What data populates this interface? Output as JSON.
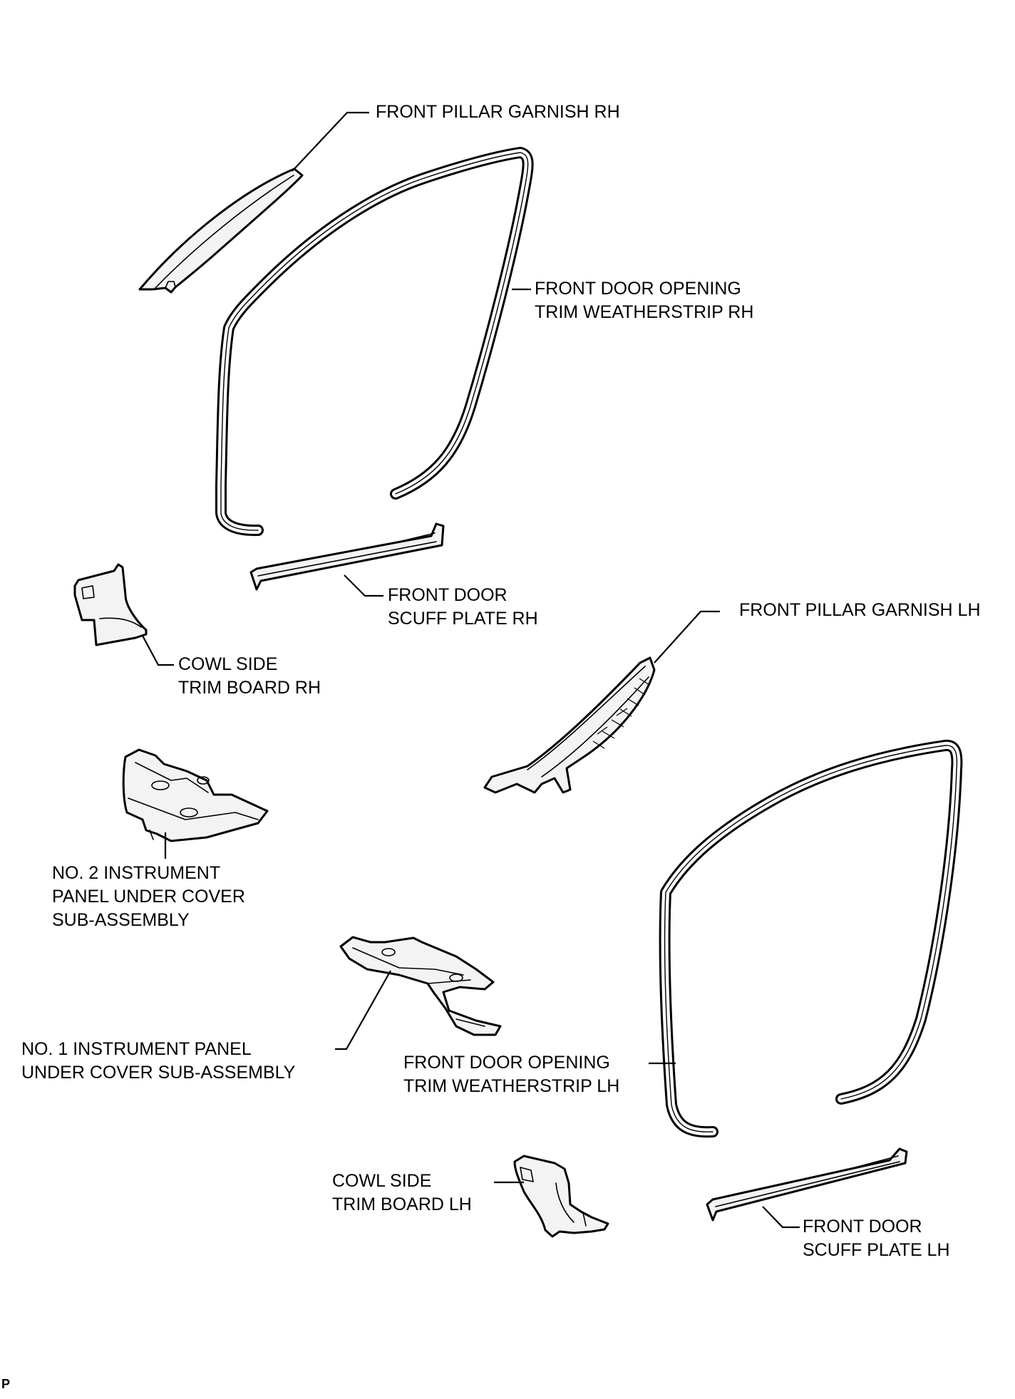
{
  "labels": {
    "front_pillar_garnish_rh": [
      "FRONT PILLAR GARNISH RH"
    ],
    "front_door_opening_trim_weatherstrip_rh": [
      "FRONT DOOR OPENING",
      "TRIM WEATHERSTRIP RH"
    ],
    "front_door_scuff_plate_rh": [
      "FRONT DOOR",
      "SCUFF PLATE RH"
    ],
    "cowl_side_trim_board_rh": [
      "COWL SIDE",
      "TRIM BOARD RH"
    ],
    "front_pillar_garnish_lh": [
      "FRONT PILLAR GARNISH LH"
    ],
    "no2_instrument_panel_under_cover": [
      "NO. 2 INSTRUMENT",
      "PANEL UNDER COVER",
      "SUB-ASSEMBLY"
    ],
    "no1_instrument_panel_under_cover": [
      "NO. 1 INSTRUMENT PANEL",
      "UNDER COVER SUB-ASSEMBLY"
    ],
    "front_door_opening_trim_weatherstrip_lh": [
      "FRONT DOOR OPENING",
      "TRIM WEATHERSTRIP LH"
    ],
    "cowl_side_trim_board_lh": [
      "COWL SIDE",
      "TRIM BOARD LH"
    ],
    "front_door_scuff_plate_lh": [
      "FRONT DOOR",
      "SCUFF PLATE LH"
    ]
  },
  "corner_mark": "P"
}
